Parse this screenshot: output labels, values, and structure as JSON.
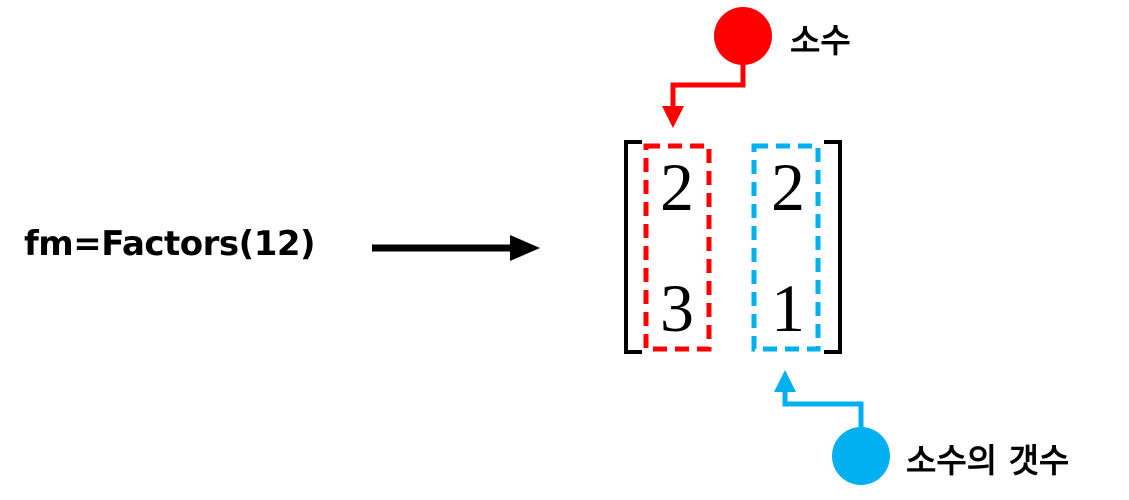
{
  "expression": "fm=Factors(12)",
  "matrix": {
    "rows": [
      [
        "2",
        "2"
      ],
      [
        "3",
        "1"
      ]
    ]
  },
  "annotations": {
    "prime": {
      "label": "소수",
      "color": "#ff0000"
    },
    "count": {
      "label": "소수의 갯수",
      "color": "#00b0f0"
    }
  },
  "arrow_color": "#000000"
}
